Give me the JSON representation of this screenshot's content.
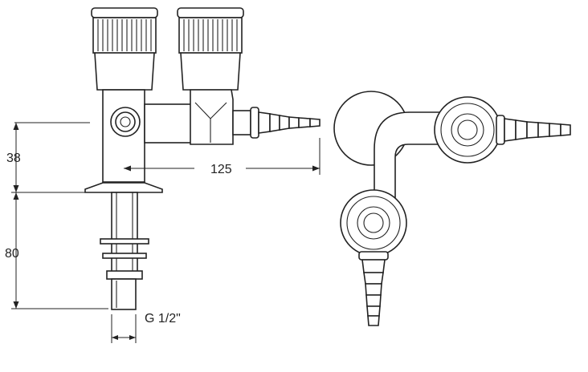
{
  "dimensions": {
    "height_upper": "38",
    "height_lower": "80",
    "width": "125",
    "thread": "G 1/2\""
  },
  "colors": {
    "line": "#222222",
    "background": "#ffffff"
  }
}
